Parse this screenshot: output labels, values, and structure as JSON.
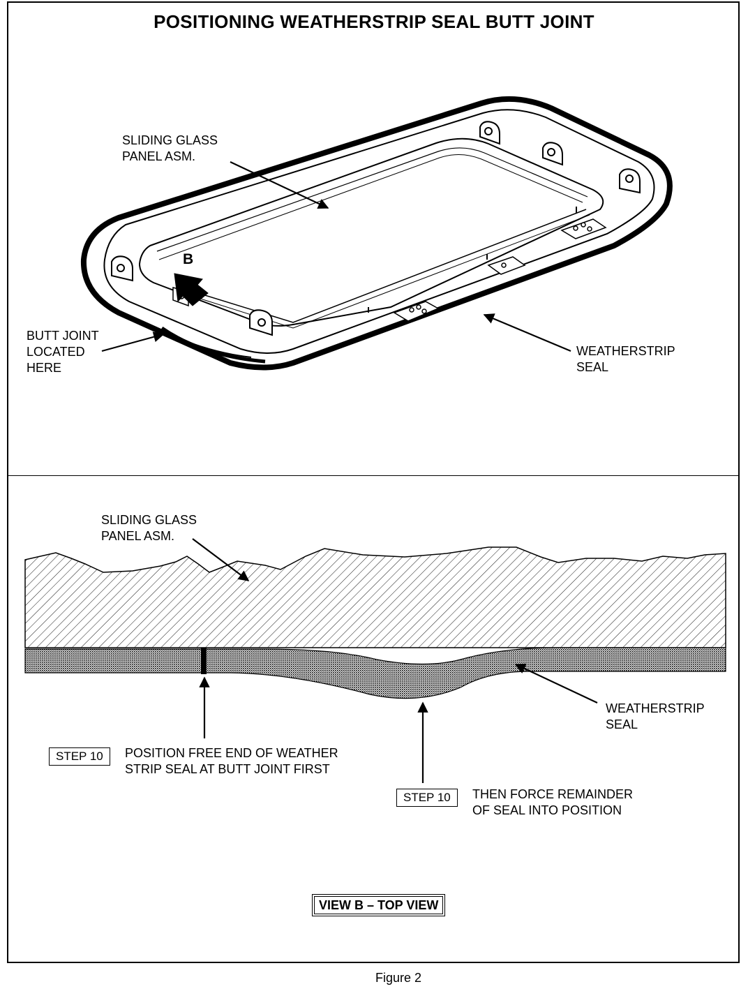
{
  "title": "POSITIONING WEATHERSTRIP SEAL BUTT JOINT",
  "top_view": {
    "label_panel": "SLIDING GLASS\nPANEL ASM.",
    "label_b": "B",
    "label_butt_joint": "BUTT JOINT\nLOCATED\nHERE",
    "label_seal": "WEATHERSTRIP\nSEAL"
  },
  "bottom_view": {
    "label_panel": "SLIDING GLASS\nPANEL ASM.",
    "label_seal": "WEATHERSTRIP\nSEAL",
    "step1_box": "STEP 10",
    "step1_text": "POSITION FREE END OF WEATHER\nSTRIP SEAL AT BUTT JOINT FIRST",
    "step2_box": "STEP 10",
    "step2_text": "THEN FORCE REMAINDER\nOF SEAL INTO POSITION",
    "view_label": "VIEW B – TOP VIEW"
  },
  "caption": "Figure 2"
}
